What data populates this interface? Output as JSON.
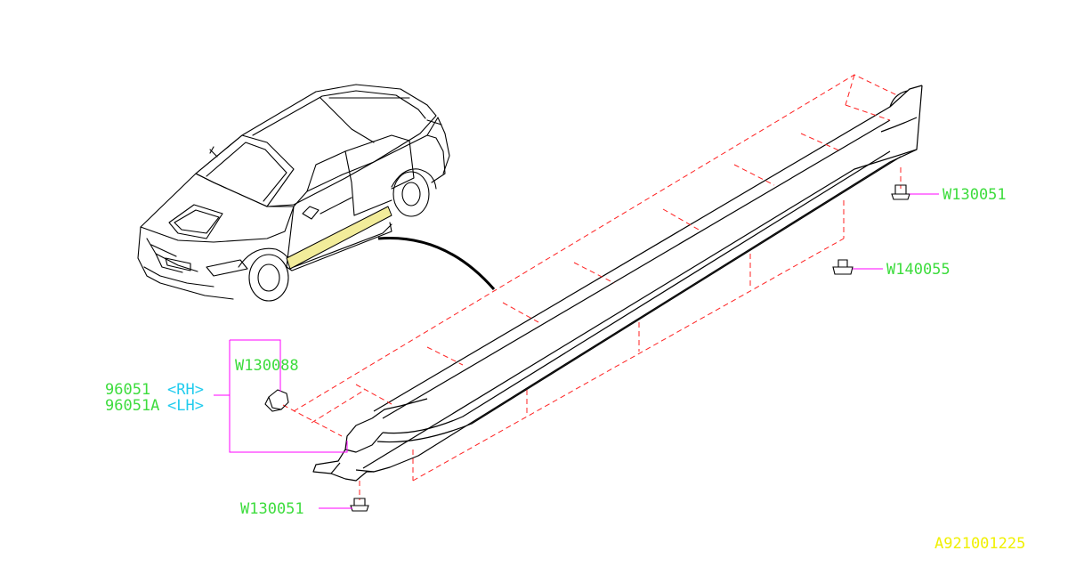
{
  "diagram": {
    "part_number_rh": "96051",
    "rh_tag": "<RH>",
    "part_number_lh": "96051A",
    "lh_tag": "<LH>",
    "clip_front": "W130088",
    "clip_rear_top": "W130051",
    "clip_rear_bottom": "W140055",
    "clip_front_bottom": "W130051",
    "diagram_code": "A921001225"
  },
  "colors": {
    "outline": "#000000",
    "hidden_lines": "#ff2020",
    "leader_lines": "#ff00ff",
    "part_number_text": "#3ddc3d",
    "side_tag_text": "#22ccee",
    "diagram_code_text": "#f0f000",
    "highlight": "#f2ec9a"
  }
}
